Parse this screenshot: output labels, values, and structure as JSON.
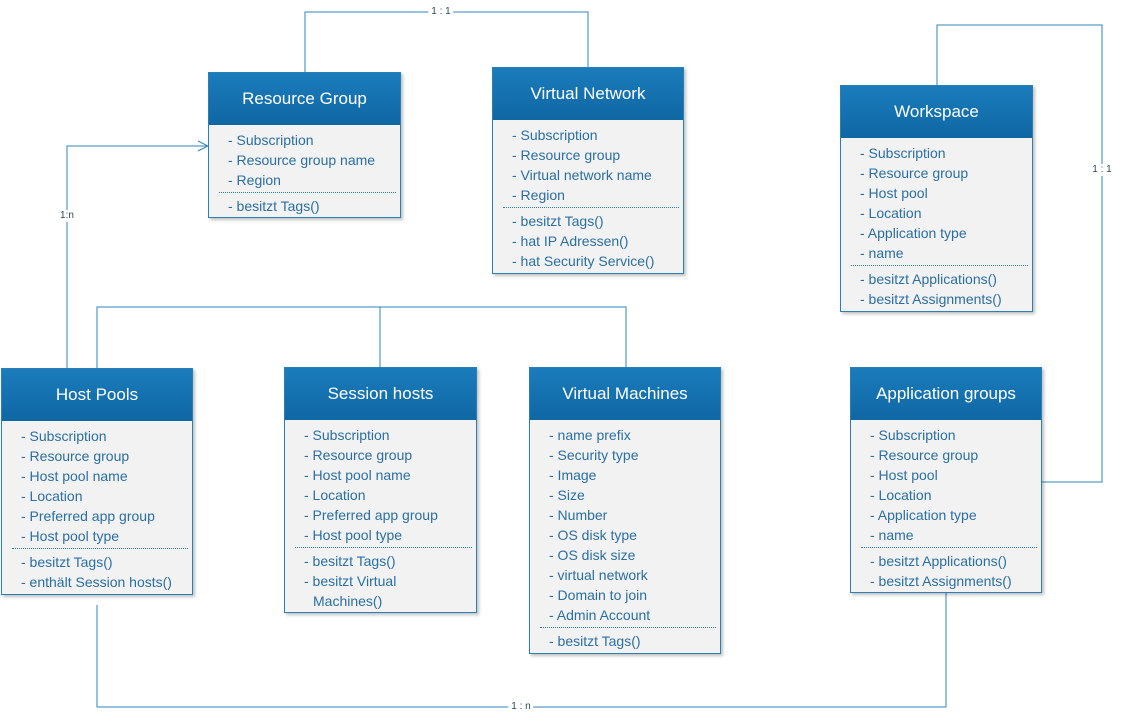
{
  "diagram": {
    "entities": {
      "resource_group": {
        "title": "Resource Group",
        "attributes": [
          "- Subscription",
          "- Resource group name",
          "- Region"
        ],
        "methods": [
          "- besitzt Tags()"
        ]
      },
      "virtual_network": {
        "title": "Virtual Network",
        "attributes": [
          "- Subscription",
          "- Resource group",
          "- Virtual network name",
          "- Region"
        ],
        "methods": [
          "- besitzt Tags()",
          "- hat IP Adressen()",
          "- hat Security Service()"
        ]
      },
      "workspace": {
        "title": "Workspace",
        "attributes": [
          "- Subscription",
          "- Resource group",
          "- Host pool",
          "- Location",
          "- Application type",
          "- name"
        ],
        "methods": [
          "- besitzt Applications()",
          "- besitzt Assignments()"
        ]
      },
      "host_pools": {
        "title": "Host Pools",
        "attributes": [
          "- Subscription",
          "- Resource group",
          "- Host pool name",
          "- Location",
          "- Preferred app group",
          "- Host pool type"
        ],
        "methods": [
          "- besitzt Tags()",
          "- enthält Session hosts()"
        ]
      },
      "session_hosts": {
        "title": "Session hosts",
        "attributes": [
          "- Subscription",
          "- Resource group",
          "- Host pool name",
          "- Location",
          "- Preferred app group",
          "- Host pool type"
        ],
        "methods": [
          "- besitzt Tags()",
          "- besitzt Virtual Machines()"
        ]
      },
      "virtual_machines": {
        "title": "Virtual Machines",
        "attributes": [
          "- name prefix",
          "- Security type",
          "- Image",
          "- Size",
          "- Number",
          "- OS disk type",
          "- OS disk size",
          "- virtual network",
          "- Domain to join",
          "- Admin Account"
        ],
        "methods": [
          "- besitzt Tags()"
        ]
      },
      "application_groups": {
        "title": "Application groups",
        "attributes": [
          "- Subscription",
          "- Resource group",
          "- Host pool",
          "- Location",
          "- Application type",
          "- name"
        ],
        "methods": [
          "- besitzt Applications()",
          "- besitzt Assignments()"
        ]
      }
    },
    "relationships": {
      "rg_vnet": "1 : 1",
      "workspace_appgroups": "1 : 1",
      "hostpools_rg": "1:n",
      "hostpools_appgroups": "1 : n"
    },
    "colors": {
      "header": "#1572b2",
      "border": "#2a7fb5",
      "body": "#f2f2f2",
      "text": "#2a6fa3",
      "line": "#2e86b8"
    }
  }
}
